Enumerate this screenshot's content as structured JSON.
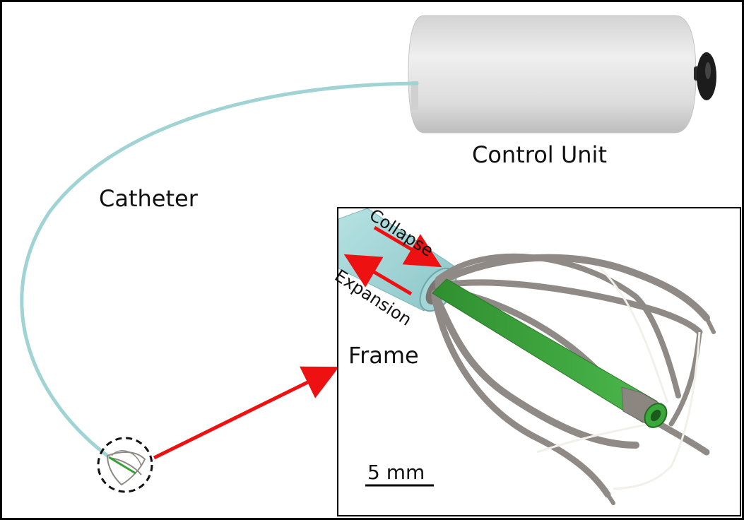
{
  "labels": {
    "control_unit": "Control Unit",
    "catheter": "Catheter",
    "frame": "Frame",
    "collapse": "Collapse",
    "expansion": "Expansion",
    "scale_bar": "5 mm"
  },
  "colors": {
    "catheter": "#9fd3d4",
    "control_unit_body": "#e2e2e2",
    "knob": "#1c1c1c",
    "inner_rod": "#35a035",
    "frame_struts": "#8f8a86",
    "arrow": "#ee1111",
    "wire": "#f2f0ea"
  }
}
